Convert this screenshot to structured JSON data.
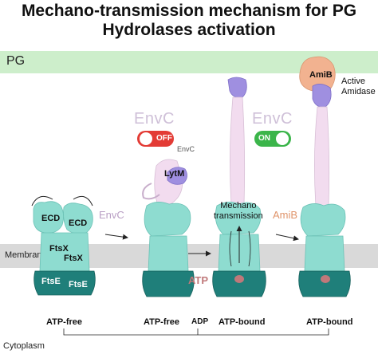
{
  "title": {
    "line1": "Mechano-transmission mechanism for PG",
    "line2": "Hydrolases activation"
  },
  "regions": {
    "pg": "PG",
    "membrane": "Membrane",
    "cytoplasm": "Cytoplasm"
  },
  "labels": {
    "ecd_left": "ECD",
    "ecd_right": "ECD",
    "ftsx_top": "FtsX",
    "ftsx_bottom": "FtsX",
    "ftse_left": "FtsE",
    "ftse_right": "FtsE",
    "lytm": "LytM",
    "envc_small": "EnvC",
    "envc_off": "EnvC",
    "envc_on": "EnvC",
    "toggle_off": "OFF",
    "toggle_on": "ON",
    "amib": "AmiB",
    "active_amidase": "Active\nAmidase",
    "mechano": "Mechano\ntransmission"
  },
  "arrows": {
    "envc": "EnvC",
    "atp": "ATP",
    "amib": "AmiB",
    "adp": "ADP"
  },
  "stages": [
    "ATP-free",
    "ATP-free",
    "ATP-bound",
    "ATP-bound"
  ],
  "colors": {
    "pg": "#cdeecb",
    "membrane": "#d9d9d9",
    "ftsx": "#8edcd0",
    "ftse": "#1f7f7a",
    "envc": "#f2dcef",
    "lytm": "#9f8fe0",
    "amib": "#f2b290",
    "atp": "#c0787a",
    "toggle_off": "#e33b35",
    "toggle_on": "#3bb54a"
  }
}
